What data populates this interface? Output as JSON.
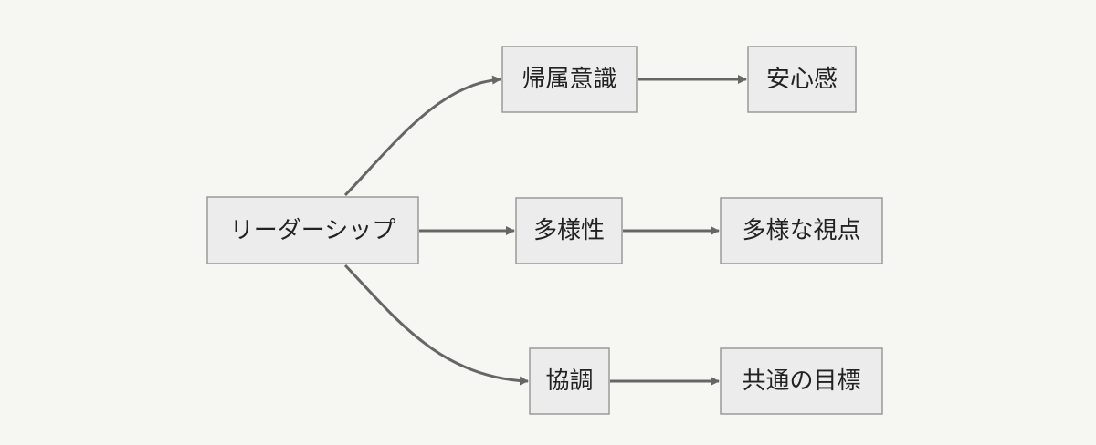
{
  "diagram": {
    "type": "flowchart",
    "direction": "left-to-right",
    "colors": {
      "background": "#f6f6f2",
      "node_fill": "#ececec",
      "node_stroke": "#9a9a9a",
      "edge": "#666666",
      "text": "#222222"
    },
    "nodes": {
      "leadership": "リーダーシップ",
      "belonging": "帰属意識",
      "security": "安心感",
      "diversity": "多様性",
      "perspectives": "多様な視点",
      "cooperation": "協調",
      "common_goal": "共通の目標"
    },
    "edges": [
      {
        "from": "leadership",
        "to": "belonging"
      },
      {
        "from": "leadership",
        "to": "diversity"
      },
      {
        "from": "leadership",
        "to": "cooperation"
      },
      {
        "from": "belonging",
        "to": "security"
      },
      {
        "from": "diversity",
        "to": "perspectives"
      },
      {
        "from": "cooperation",
        "to": "common_goal"
      }
    ]
  }
}
